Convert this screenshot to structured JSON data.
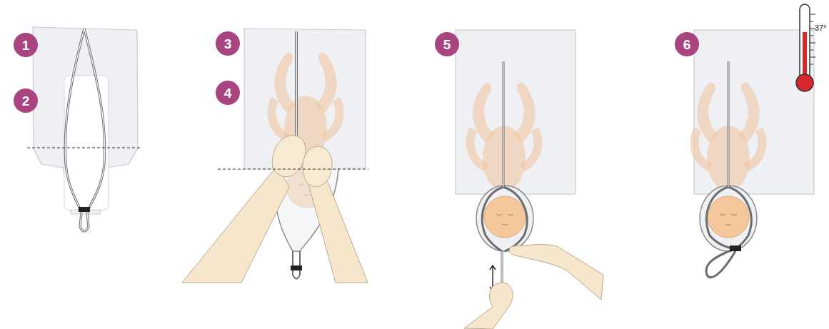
{
  "diagram": {
    "nodes": [
      {
        "text": [
          "1"
        ]
      },
      {
        "text": [
          "2"
        ]
      },
      {
        "text": [
          "3"
        ]
      },
      {
        "text": [
          "4"
        ]
      },
      {
        "text": [
          "5"
        ]
      },
      {
        "text": [
          "6"
        ]
      }
    ],
    "labels": [
      "37°"
    ]
  }
}
